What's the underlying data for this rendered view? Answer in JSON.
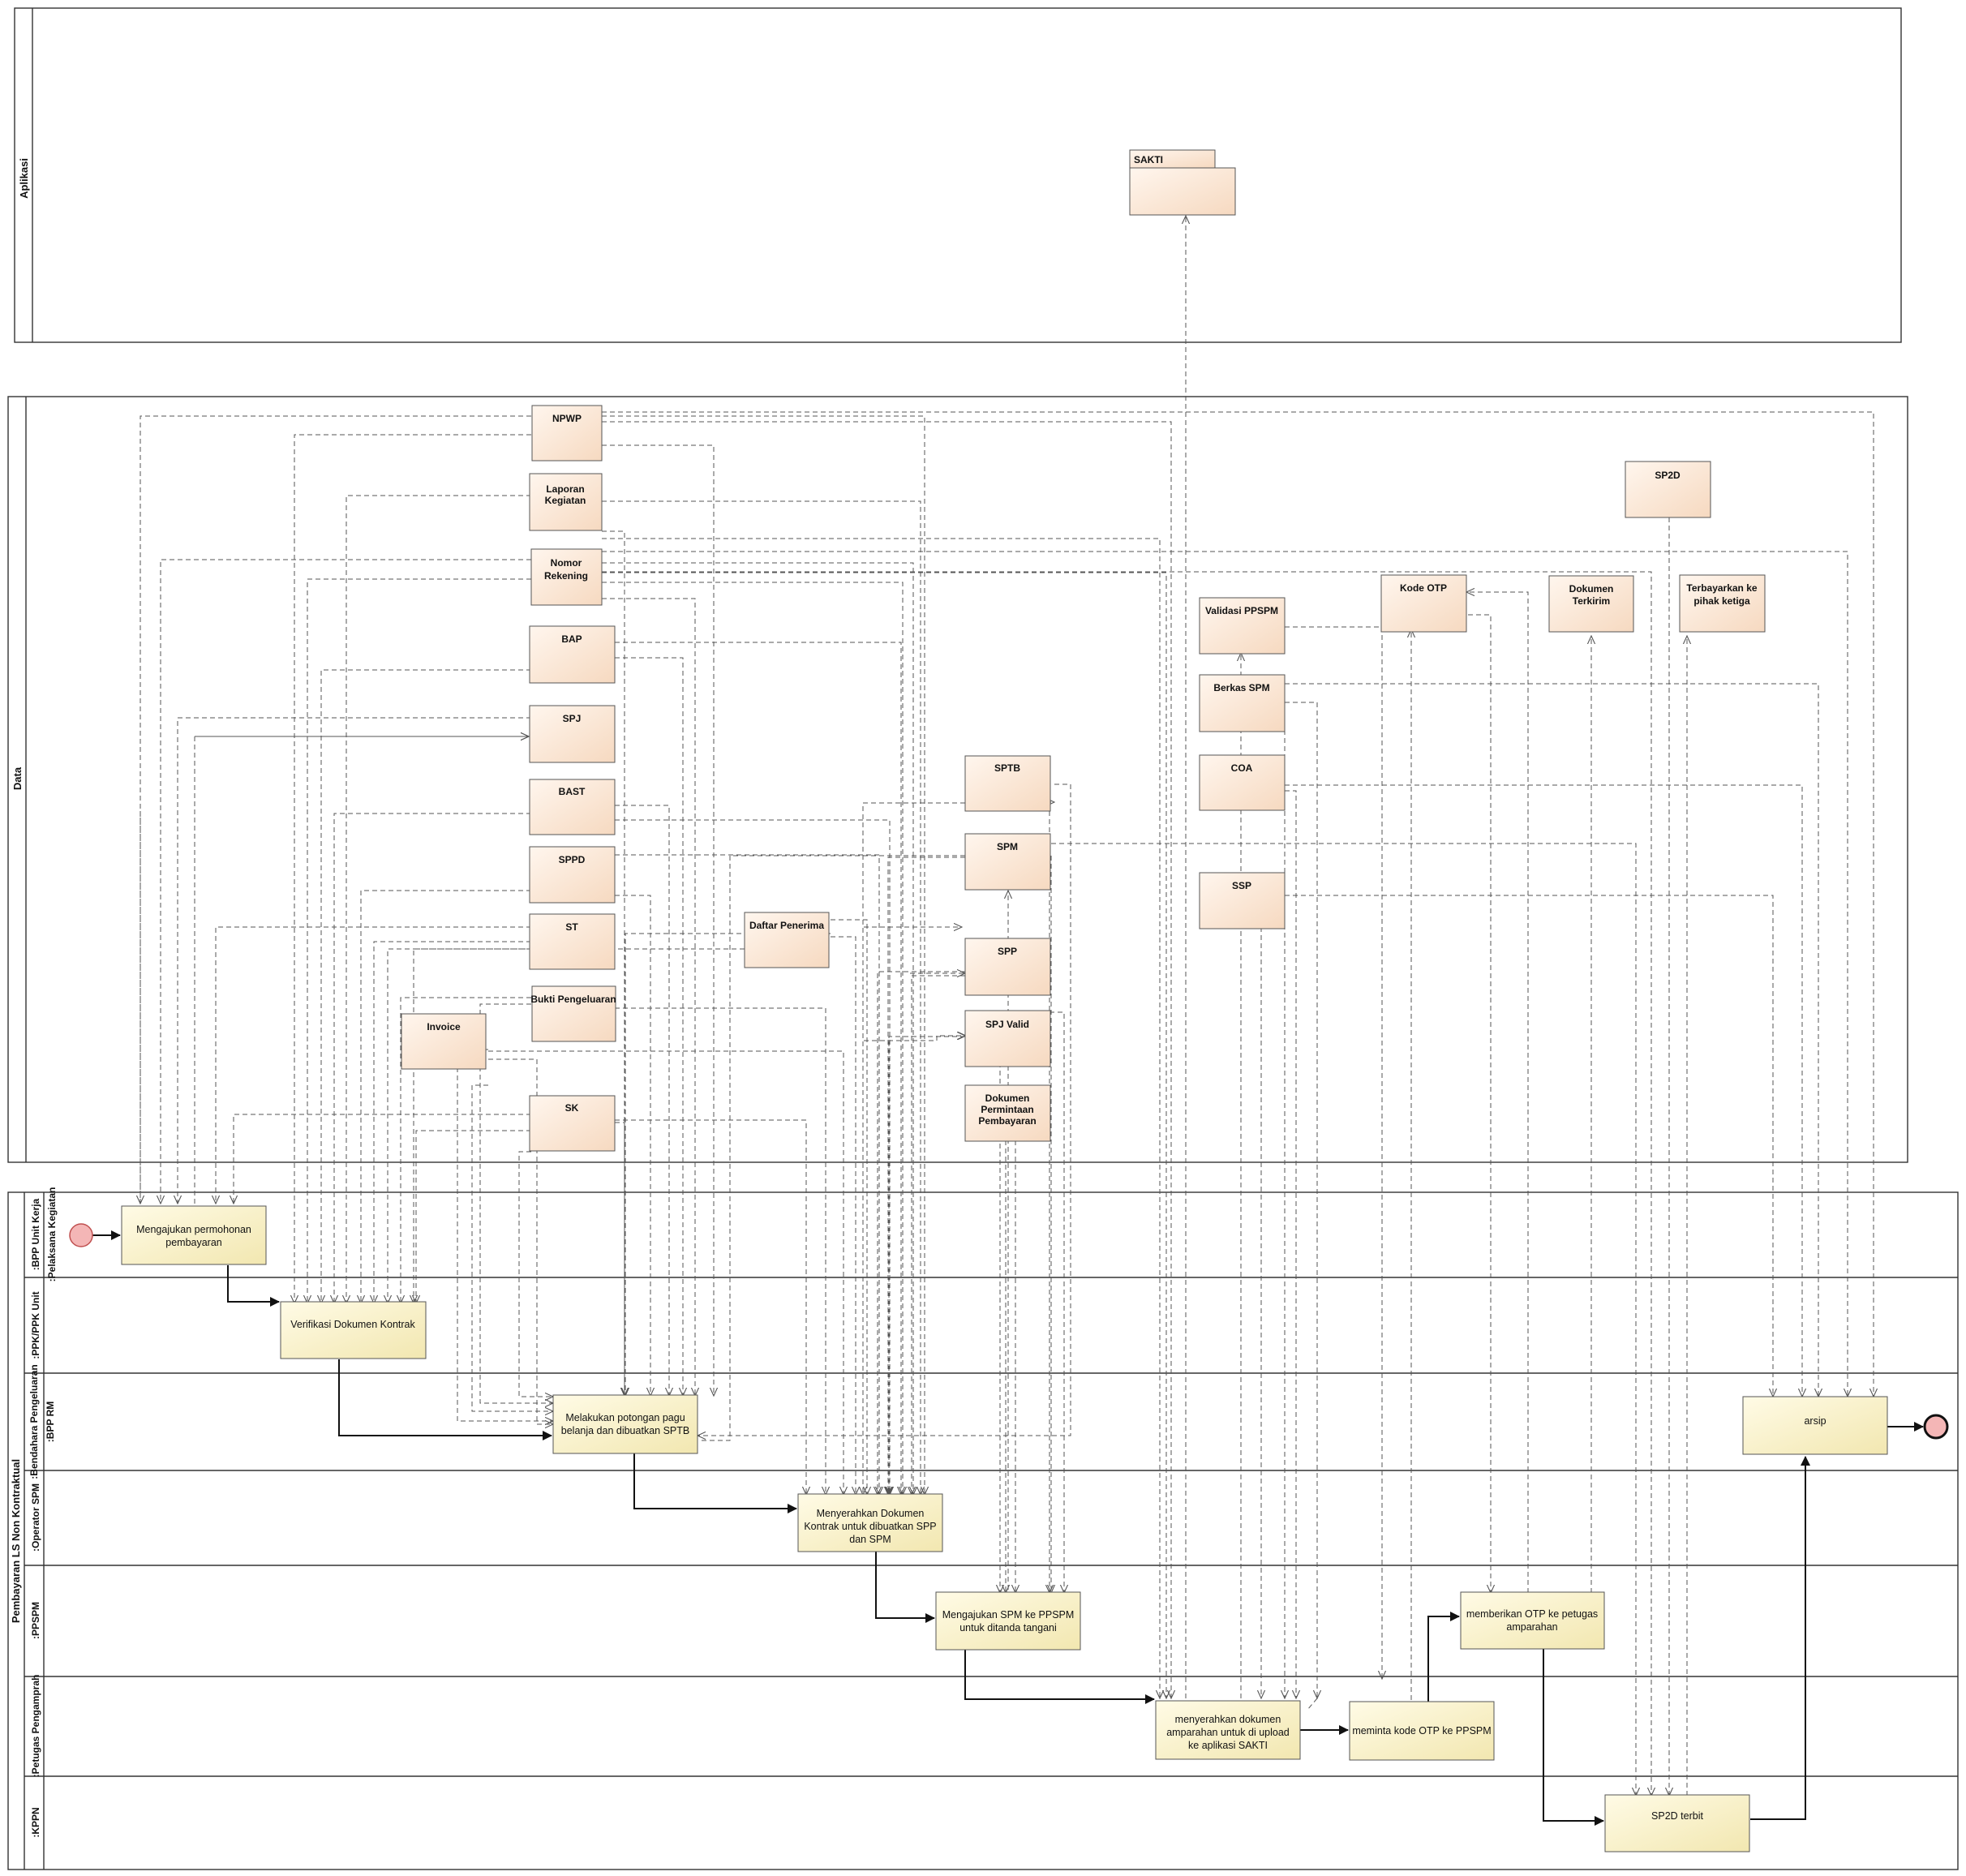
{
  "pools": {
    "aplikasi": "Aplikasi",
    "data": "Data",
    "process": "Pembayaran LS Non Kontraktual"
  },
  "lanes": [
    {
      "id": "bpp",
      "label": ":BPP Unit Kerja",
      "sub": ":Pelaksana Kegiatan"
    },
    {
      "id": "ppk",
      "label": ":PPK/PPK Unit",
      "sub": ""
    },
    {
      "id": "bend",
      "label": ":Bendahara Pengeluaran",
      "sub": ":BPP RM"
    },
    {
      "id": "op",
      "label": ":Operator SPM",
      "sub": ""
    },
    {
      "id": "ppspm",
      "label": ":PPSPM",
      "sub": ""
    },
    {
      "id": "petugas",
      "label": ":Petugas Pengamprah",
      "sub": ""
    },
    {
      "id": "kppn",
      "label": ":KPPN",
      "sub": ""
    }
  ],
  "application": {
    "sakti": "SAKTI"
  },
  "artifacts": {
    "npwp": "NPWP",
    "laporan_kegiatan": [
      "Laporan",
      "Kegiatan"
    ],
    "nomor_rekening": [
      "Nomor",
      "Rekening"
    ],
    "bap": "BAP",
    "spj": "SPJ",
    "bast": "BAST",
    "sppd": "SPPD",
    "st": "ST",
    "bukti_pengeluaran": "Bukti Pengeluaran",
    "invoice": "Invoice",
    "sk": "SK",
    "daftar_penerima": "Daftar Penerima",
    "sptb": "SPTB",
    "spm": "SPM",
    "spp": "SPP",
    "spj_valid": "SPJ Valid",
    "dokumen_permintaan": [
      "Dokumen",
      "Permintaan",
      "Pembayaran"
    ],
    "validasi_ppspm": "Validasi PPSPM",
    "berkas_spm": "Berkas SPM",
    "coa": "COA",
    "ssp": "SSP",
    "kode_otp": "Kode OTP",
    "dokumen_terkirim": [
      "Dokumen",
      "Terkirim"
    ],
    "terbayarkan": [
      "Terbayarkan ke",
      "pihak ketiga"
    ],
    "sp2d": "SP2D"
  },
  "activities": {
    "mengajukan": [
      "Mengajukan permohonan",
      "pembayaran"
    ],
    "verifikasi": [
      "Verifikasi Dokumen Kontrak"
    ],
    "melakukan": [
      "Melakukan potongan pagu",
      "belanja dan dibuatkan SPTB"
    ],
    "menyerahkan": [
      "Menyerahkan Dokumen",
      "Kontrak untuk dibuatkan SPP",
      "dan SPM"
    ],
    "mengajukan_spm": [
      "Mengajukan SPM ke PPSPM",
      "untuk ditanda tangani"
    ],
    "menyerahkan_amparahan": [
      "menyerahkan dokumen",
      "amparahan untuk di upload",
      "ke aplikasi SAKTI"
    ],
    "meminta_otp": [
      "meminta kode OTP ke PPSPM"
    ],
    "memberikan_otp": [
      "memberikan OTP ke petugas",
      "amparahan"
    ],
    "sp2d_terbit": [
      "SP2D terbit"
    ],
    "arsip": [
      "arsip"
    ]
  },
  "colors": {
    "artifact_fill_top": "#fff6ee",
    "artifact_fill_bottom": "#f6d9c0",
    "activity_fill_top": "#fffbe6",
    "activity_fill_bottom": "#f2e7b0",
    "start_event": "#f4b6b6"
  }
}
